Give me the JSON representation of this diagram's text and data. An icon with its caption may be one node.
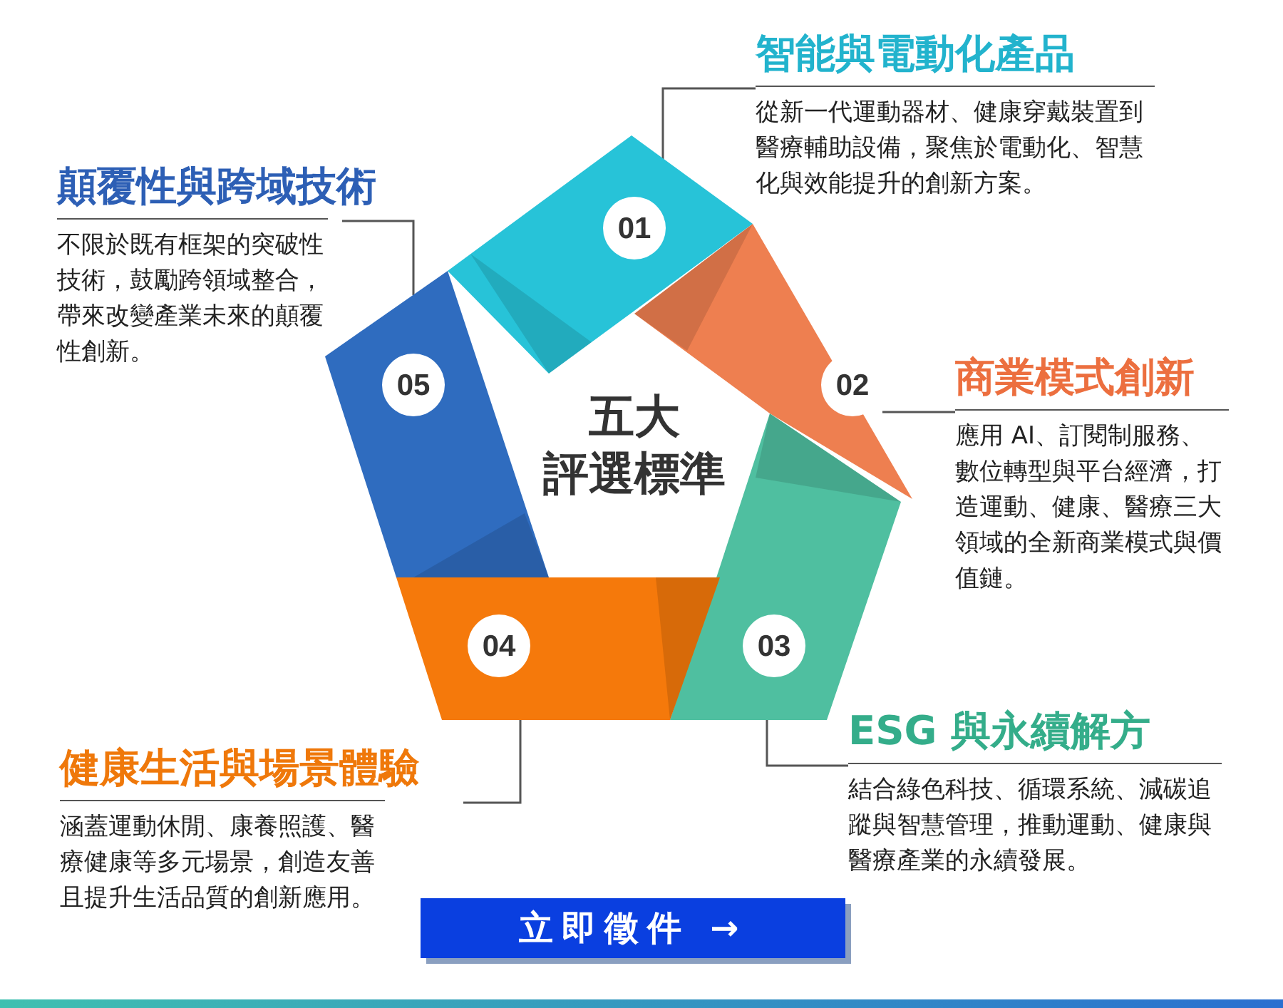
{
  "diagram": {
    "nodes": [
      {
        "text": [
          "五大",
          "評選標準"
        ]
      },
      {
        "text": [
          "01"
        ]
      },
      {
        "text": [
          "02"
        ]
      },
      {
        "text": [
          "03"
        ]
      },
      {
        "text": [
          "04"
        ]
      },
      {
        "text": [
          "05"
        ]
      },
      {
        "text": [
          "智能與電動化產品",
          "從新一代運動器材、健康穿戴裝置到醫療輔助設備，聚焦於電動化、智慧化與效能提升的創新方案。"
        ]
      },
      {
        "text": [
          "商業模式創新",
          "應用 AI、訂閱制服務、數位轉型與平台經濟，打造運動、健康、醫療三大領域的全新商業模式與價值鏈。"
        ]
      },
      {
        "text": [
          "ESG 與永續解方",
          "結合綠色科技、循環系統、減碳追蹤與智慧管理，推動運動、健康與醫療產業的永續發展。"
        ]
      },
      {
        "text": [
          "健康生活與場景體驗",
          "涵蓋運動休閒、康養照護、醫療健康等多元場景，創造友善且提升生活品質的創新應用。"
        ]
      },
      {
        "text": [
          "顛覆性與跨域技術",
          "不限於既有框架的突破性技術，鼓勵跨領域整合，帶來改變產業未來的顛覆性創新。"
        ]
      }
    ],
    "edges": [
      {
        "from": 1,
        "to": 6,
        "arrow": "none"
      },
      {
        "from": 2,
        "to": 7,
        "arrow": "none"
      },
      {
        "from": 3,
        "to": 8,
        "arrow": "none"
      },
      {
        "from": 4,
        "to": 9,
        "arrow": "none"
      },
      {
        "from": 5,
        "to": 10,
        "arrow": "none"
      }
    ],
    "labels": [
      "立即徵件 →"
    ]
  }
}
